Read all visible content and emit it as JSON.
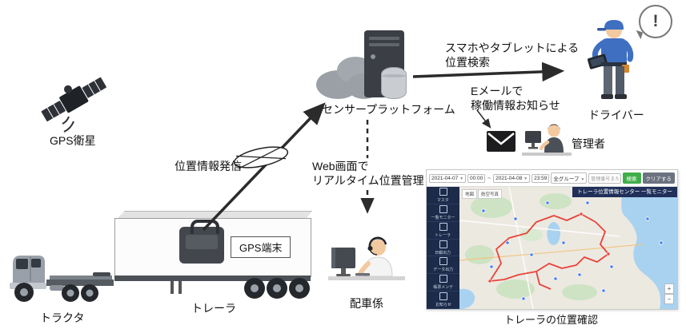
{
  "diagram": {
    "gps_satellite_label": "GPS衛星",
    "transmit_label": "位置情報発信",
    "platform_label": "センサープラットフォーム",
    "search_caption_line1": "スマホやタブレットによる",
    "search_caption_line2": "位置検索",
    "email_caption_line1": "Eメールで",
    "email_caption_line2": "稼働情報お知らせ",
    "driver_label": "ドライバー",
    "driver_alert": "!",
    "admin_label": "管理者",
    "web_caption_line1": "Web画面で",
    "web_caption_line2": "リアルタイム位置管理",
    "dispatcher_label": "配車係",
    "tractor_label": "トラクタ",
    "trailer_label": "トレーラ",
    "gps_device_label": "GPS端末",
    "map_caption": "トレーラの位置確認"
  },
  "map_app": {
    "title": "トレーラ位置情報センター 一覧モニター",
    "toolbar": {
      "date_from": "2021-04-07",
      "time_from": "00:00",
      "range_separator": "~",
      "date_to": "2021-04-08",
      "time_to": "23:59",
      "group_filter": "全グループ",
      "search_placeholder": "管理番号または車両名、ナンバーを入力",
      "search_button": "検索",
      "clear_button": "クリアする",
      "dropdown_caret": "▼"
    },
    "map_controls": {
      "map_type": "地図",
      "satellite_type": "航空写真",
      "zoom_in": "+",
      "zoom_out": "−"
    },
    "sidebar_items": [
      {
        "label": "マスタ"
      },
      {
        "label": "一覧モニター"
      },
      {
        "label": "トレーラ"
      },
      {
        "label": "日報出力"
      },
      {
        "label": "データ出力"
      },
      {
        "label": "帳票メンテ"
      },
      {
        "label": "お知らせ"
      }
    ],
    "colors": {
      "accent_green": "#3fae49",
      "sidebar_navy": "#1c2b4a",
      "route_red": "#e8443a",
      "water_blue": "#a8d2f0"
    }
  }
}
